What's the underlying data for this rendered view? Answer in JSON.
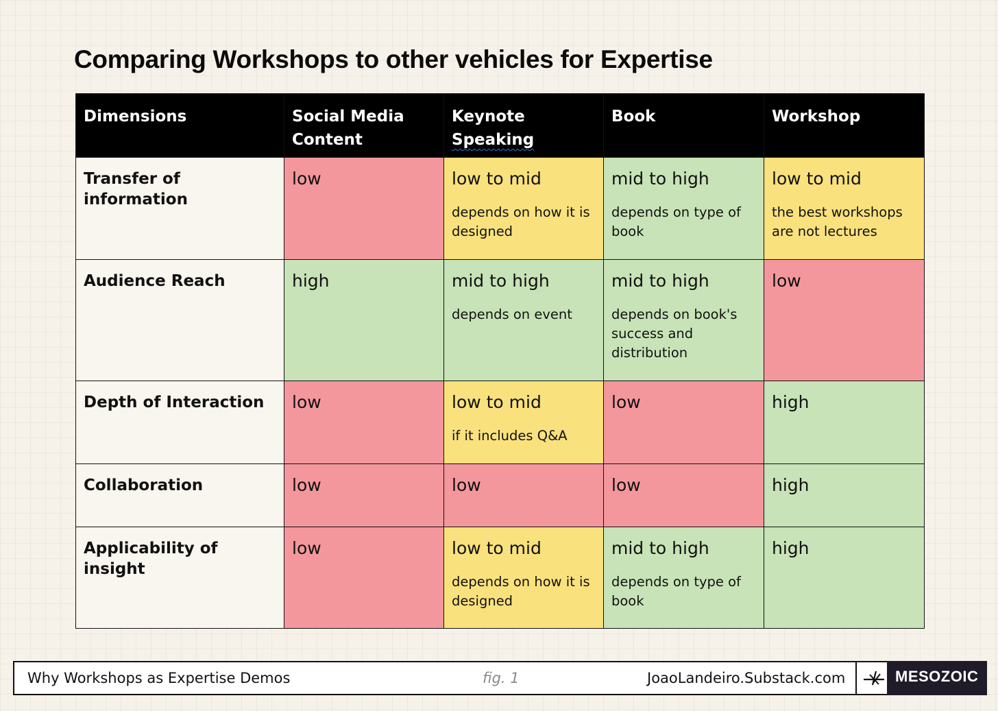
{
  "title": "Comparing Workshops to other vehicles for Expertise",
  "table": {
    "headers": [
      "Dimensions",
      "Social Media Content",
      "Keynote",
      "Speaking",
      "Book",
      "Workshop"
    ],
    "rows": [
      {
        "dimension": "Transfer of information",
        "cells": [
          {
            "rating": "low",
            "note": ""
          },
          {
            "rating": "low to mid",
            "note": "depends on how it is designed"
          },
          {
            "rating": "mid to high",
            "note": "depends on type of book"
          },
          {
            "rating": "low to mid",
            "note": "the best workshops are not lectures"
          }
        ]
      },
      {
        "dimension": "Audience Reach",
        "cells": [
          {
            "rating": "high",
            "note": ""
          },
          {
            "rating": "mid to high",
            "note": "depends on event"
          },
          {
            "rating": "mid to high",
            "note": "depends on book's success and distribution"
          },
          {
            "rating": "low",
            "note": ""
          }
        ]
      },
      {
        "dimension": "Depth of Interaction",
        "cells": [
          {
            "rating": "low",
            "note": ""
          },
          {
            "rating": "low to mid",
            "note": "if it includes Q&A"
          },
          {
            "rating": "low",
            "note": ""
          },
          {
            "rating": "high",
            "note": ""
          }
        ]
      },
      {
        "dimension": "Collaboration",
        "cells": [
          {
            "rating": "low",
            "note": ""
          },
          {
            "rating": "low",
            "note": ""
          },
          {
            "rating": "low",
            "note": ""
          },
          {
            "rating": "high",
            "note": ""
          }
        ]
      },
      {
        "dimension": "Applicability of insight",
        "cells": [
          {
            "rating": "low",
            "note": ""
          },
          {
            "rating": "low to mid",
            "note": "depends on how it is designed"
          },
          {
            "rating": "mid to high",
            "note": "depends on type of book"
          },
          {
            "rating": "high",
            "note": ""
          }
        ]
      }
    ]
  },
  "colors": {
    "low": "#f4979d",
    "low to mid": "#f9e17d",
    "mid to high": "#c8e3b7",
    "high": "#c8e3b7"
  },
  "footer": {
    "left": "Why Workshops as Expertise Demos",
    "fig": "fig. 1",
    "site": "JoaoLandeiro.Substack.com",
    "brand": "MESOZOIC",
    "brand_icon": "mesozoic-logo-icon"
  }
}
